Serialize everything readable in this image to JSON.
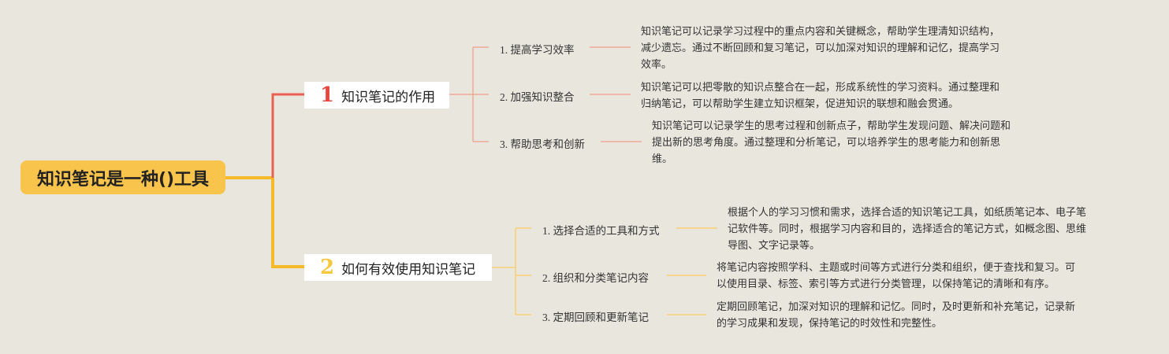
{
  "root": {
    "title": "知识笔记是一种()工具"
  },
  "branches": [
    {
      "num": "1",
      "label": "知识笔记的作用",
      "items": [
        {
          "label": "1. 提高学习效率",
          "desc": [
            "知识笔记可以记录学习过程中的重点内容和关键概念，帮助学生理清知识结构，",
            "减少遗忘。通过不断回顾和复习笔记，可以加深对知识的理解和记忆，提高学习",
            "效率。"
          ]
        },
        {
          "label": "2. 加强知识整合",
          "desc": [
            "知识笔记可以把零散的知识点整合在一起，形成系统性的学习资料。通过整理和",
            "归纳笔记，可以帮助学生建立知识框架，促进知识的联想和融会贯通。"
          ]
        },
        {
          "label": "3. 帮助思考和创新",
          "desc": [
            "知识笔记可以记录学生的思考过程和创新点子，帮助学生发现问题、解决问题和",
            "提出新的思考角度。通过整理和分析笔记，可以培养学生的思考能力和创新思",
            "维。"
          ]
        }
      ]
    },
    {
      "num": "2",
      "label": "如何有效使用知识笔记",
      "items": [
        {
          "label": "1. 选择合适的工具和方式",
          "desc": [
            "根据个人的学习习惯和需求，选择合适的知识笔记工具，如纸质笔记本、电子笔",
            "记软件等。同时，根据学习内容和目的，选择适合的笔记方式，如概念图、思维",
            "导图、文字记录等。"
          ]
        },
        {
          "label": "2. 组织和分类笔记内容",
          "desc": [
            "将笔记内容按照学科、主题或时间等方式进行分类和组织，便于查找和复习。可",
            "以使用目录、标签、索引等方式进行分类管理，以保持笔记的清晰和有序。"
          ]
        },
        {
          "label": "3. 定期回顾和更新笔记",
          "desc": [
            "定期回顾笔记，加深对知识的理解和记忆。同时，及时更新和补充笔记，记录新",
            "的学习成果和发现，保持笔记的时效性和完整性。"
          ]
        }
      ]
    }
  ],
  "colors": {
    "background": "#e9e6de",
    "root": "#f9c44b",
    "branch1_line": "#e8604f",
    "branch1_num": "#e8473f",
    "branch1_leaf_line": "#f0a89a",
    "branch2_line": "#f5b929",
    "branch2_num": "#f4c93f",
    "branch2_leaf_line": "#f7cf73"
  }
}
